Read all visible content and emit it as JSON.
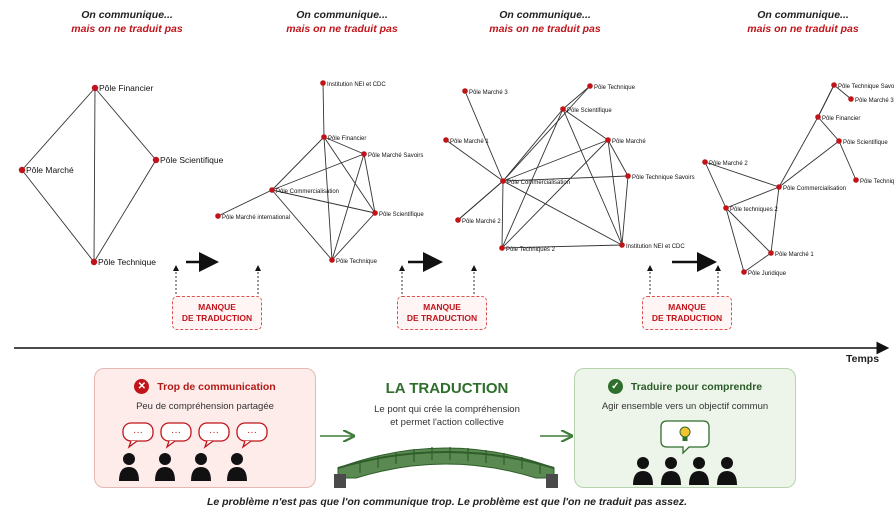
{
  "panels_top": [
    {
      "title_line1": "On communique...",
      "title_line2": "mais on ne traduit pas",
      "nodes": [
        {
          "label": "Pôle Financier"
        },
        {
          "label": "Pôle Marché"
        },
        {
          "label": "Pôle Scientifique"
        },
        {
          "label": "Pôle Technique"
        }
      ]
    },
    {
      "title_line1": "On communique...",
      "title_line2": "mais on ne traduit pas",
      "nodes": [
        {
          "label": "Institution NEI et CDC"
        },
        {
          "label": "Pôle Financier"
        },
        {
          "label": "Pôle Marché Savoirs"
        },
        {
          "label": "Pôle Commercialisation"
        },
        {
          "label": "Pôle Marché international"
        },
        {
          "label": "Pôle Scientifique"
        },
        {
          "label": "Pôle Technique"
        }
      ]
    },
    {
      "title_line1": "On communique...",
      "title_line2": "mais on ne traduit pas",
      "nodes": [
        {
          "label": "Pôle Technique"
        },
        {
          "label": "Pôle Marché 3"
        },
        {
          "label": "Pôle Scientifique"
        },
        {
          "label": "Pôle Marché 1"
        },
        {
          "label": "Pôle Marché"
        },
        {
          "label": "Pôle Commercialisation"
        },
        {
          "label": "Pôle Technique Savoirs"
        },
        {
          "label": "Pôle Marché 2"
        },
        {
          "label": "Pôle Techniques 2"
        },
        {
          "label": "Institution NEI et CDC"
        }
      ]
    },
    {
      "title_line1": "On communique...",
      "title_line2": "mais on ne traduit pas",
      "nodes": [
        {
          "label": "Pôle Technique Savoirs"
        },
        {
          "label": "Pôle Marché 3"
        },
        {
          "label": "Pôle Financier"
        },
        {
          "label": "Pôle Scientifique"
        },
        {
          "label": "Pôle Techniq"
        },
        {
          "label": "Pôle Marché 2"
        },
        {
          "label": "Pôle Commercialisation"
        },
        {
          "label": "Pôle techniques 2"
        },
        {
          "label": "Pôle Marché 1"
        },
        {
          "label": "Pôle Juridique"
        }
      ]
    }
  ],
  "gap_label_line1": "MANQUE",
  "gap_label_line2": "DE TRADUCTION",
  "time_label": "Temps",
  "left_panel": {
    "title": "Trop de communication",
    "subtitle": "Peu de compréhension partagée",
    "bubble_text": "···"
  },
  "center": {
    "title": "LA TRADUCTION",
    "line1": "Le pont qui crée la compréhension",
    "line2": "et permet l'action collective"
  },
  "right_panel": {
    "title": "Traduire pour comprendre",
    "subtitle": "Agir ensemble vers un objectif commun"
  },
  "footer": "Le problème n'est pas que l'on communique trop. Le problème est que l'on ne traduit pas assez.",
  "colors": {
    "node": "#c0141a",
    "accent_red": "#c0141a",
    "accent_green": "#2f6e2c",
    "panel_red_bg": "#fdecea",
    "panel_green_bg": "#edf5ea"
  }
}
